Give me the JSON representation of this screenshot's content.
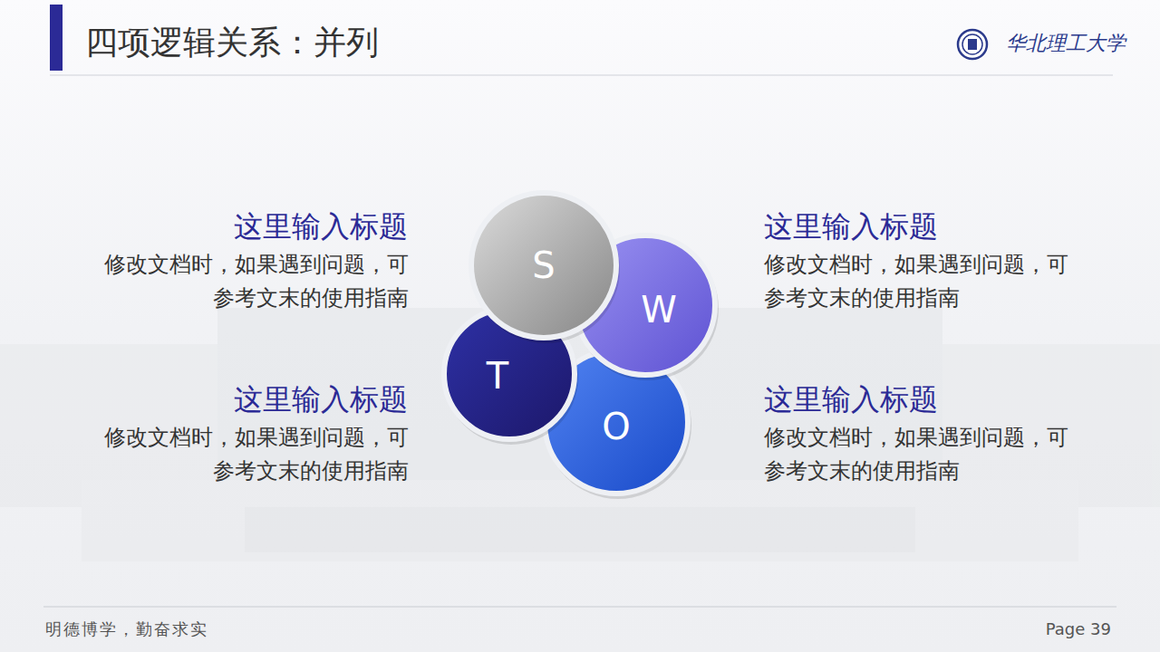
{
  "diagram": {
    "title": "四项逻辑关系：并列",
    "nodes": [
      {
        "text": [
          "S"
        ]
      },
      {
        "text": [
          "W"
        ]
      },
      {
        "text": [
          "T"
        ]
      },
      {
        "text": [
          "O"
        ]
      }
    ],
    "labels": [
      "华北理工大学",
      "这里输入标题",
      "修改文档时，如果遇到问题，可 参考文末的使用指南",
      "这里输入标题",
      "修改文档时，如果遇到问题，可 参考文末的使用指南",
      "这里输入标题",
      "修改文档时，如果遇到问题，可 参考文末的使用指南",
      "这里输入标题",
      "修改文档时，如果遇到问题，可 参考文末的使用指南",
      "明德博学，勤奋求实",
      "Page 39"
    ]
  }
}
